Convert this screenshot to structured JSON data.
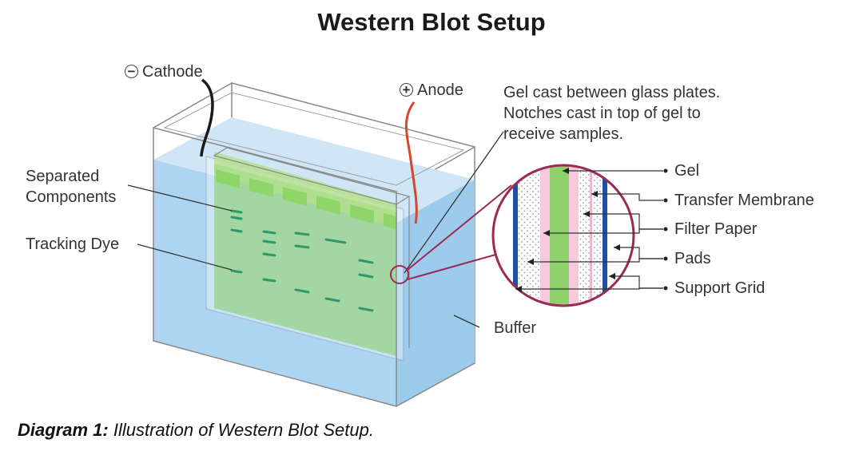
{
  "title": "Western Blot Setup",
  "labels": {
    "cathode_symbol": "⊖",
    "cathode": "Cathode",
    "anode_symbol": "⊕",
    "anode": "Anode",
    "gel_note_line1": "Gel cast between glass plates.",
    "gel_note_line2": "Notches cast in top of gel to",
    "gel_note_line3": "receive samples.",
    "separated_line1": "Separated",
    "separated_line2": "Components",
    "tracking_dye": "Tracking Dye",
    "buffer": "Buffer",
    "gel": "Gel",
    "transfer_membrane": "Transfer Membrane",
    "filter_paper": "Filter Paper",
    "pads": "Pads",
    "support_grid": "Support Grid"
  },
  "caption": {
    "bold": "Diagram 1:",
    "text": "Illustration of Western Blot Setup."
  },
  "colors": {
    "buffer": "#a9d3f0",
    "gel": "#9fd49a",
    "gel_lanes": "#8fd66a",
    "bands": "#2e9a6a",
    "cathode_wire": "#1a1a1a",
    "anode_wire": "#d9462a",
    "zoom_outline": "#9b2a55",
    "support_grid": "#1f4fa0",
    "filter_paper": "#f6c9dc",
    "gel_strip": "#8fd16a"
  }
}
